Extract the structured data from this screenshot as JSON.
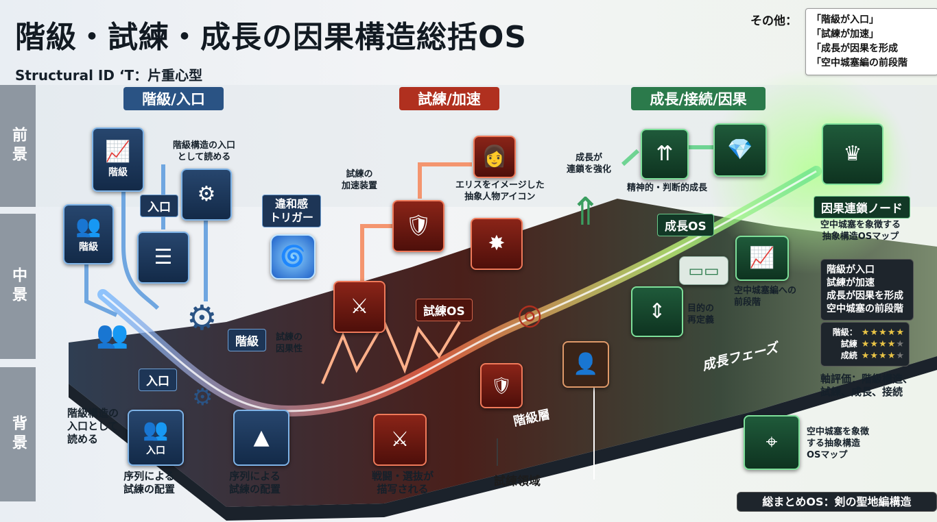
{
  "header": {
    "title": "階級・試練・成長の因果構造総括OS",
    "subtitle": "Structural ID ‘T：片重心型"
  },
  "other": {
    "label": "その他：",
    "items": [
      "「階級が入口」",
      "「試練が加速」",
      "「成長が因果を形成",
      "「空中城塞編の前段階"
    ]
  },
  "bands": {
    "front": "前景",
    "middle": "中景",
    "back": "背景"
  },
  "sections": {
    "hierarchy": "階級/入口",
    "trial": "試練/加速",
    "growth": "成長/接続/因果"
  },
  "left_zone": {
    "icon_rank_top": "階級",
    "icon_rank_left": "階級",
    "icon_entrance": "入口",
    "tag_entrance_upper": "入口",
    "tag_entrance_lower": "入口",
    "tag_rank": "階級",
    "note_read_entrance": "階級構造の入口\nとして読める",
    "note_read_entrance_lower": "階級構造の\n入口として\n読める",
    "note_order_left": "序列による\n試練の配置",
    "note_order_right": "序列による\n試練の配置",
    "note_trial_causality": "試練の\n因果性"
  },
  "middle_zone": {
    "discomfort_trigger": "違和感\nトリガー",
    "note_accelerator": "試練の\n加速装置",
    "note_eris": "エリスをイメージした\n抽象人物アイコン",
    "tag_trial_os": "試練OS",
    "note_battle": "戦闘・選抜が\n描写される",
    "label_rank_layer": "階級層",
    "label_trial_area": "試練領域"
  },
  "right_zone": {
    "note_growth_chain": "成長が\n連鎖を強化",
    "note_mental_growth": "精神的・判断的成長",
    "tag_growth_os": "成長OS",
    "tag_causal_node": "因果連鎖ノード",
    "note_castle_map": "空中城塞を象徴する\n抽象構造OSマップ",
    "note_pre_castle": "空中城塞編への\n前段階",
    "note_purpose": "目的の\n再定義",
    "label_growth_phase": "成長フェーズ",
    "summary_panel": [
      "階級が入口",
      "試練が加速",
      "成長が因果を形成",
      "空中城塞の前段階"
    ],
    "ratings": [
      {
        "label": "階級：",
        "stars": 5
      },
      {
        "label": "試練",
        "stars": 4
      },
      {
        "label": "成続",
        "stars": 4
      }
    ],
    "axis_note": "軸評価：階級構造、\n試練、成長、接続",
    "note_castle_map_lower": "空中城塞を象徴\nする抽象構造\nOSマップ",
    "footer": "総まとめOS：剣の聖地編構造"
  },
  "colors": {
    "hierarchy": "#2a5384",
    "trial": "#b0301f",
    "growth": "#2b7a4b",
    "band": "#8e97a1"
  },
  "icons": {
    "rank_top": "growth-chart-people-icon",
    "rank_left": "org-hierarchy-icon",
    "entrance_cubes": "cubes-gear-icon",
    "layers": "layer-stack-gear-icon",
    "gear": "gear-icon",
    "people": "people-group-icon",
    "gears_small": "gears-icon",
    "pyramid": "pyramid-icon",
    "swirl": "swirl-icon",
    "shield_sword": "shield-sword-icon",
    "eris": "female-avatar-icon",
    "clash": "clash-burst-icon",
    "crossed_swords": "crossed-swords-icon",
    "target": "target-icon",
    "shield": "shield-icon",
    "battle": "battle-figures-icon",
    "person": "male-avatar-icon",
    "arrows_up": "up-arrows-icon",
    "crystal": "crystal-icon",
    "castle_emblem": "castle-emblem-icon",
    "climb_chart": "climbing-chart-icon",
    "data_arrows": "data-arrows-icon",
    "castle_map": "castle-map-icon"
  }
}
